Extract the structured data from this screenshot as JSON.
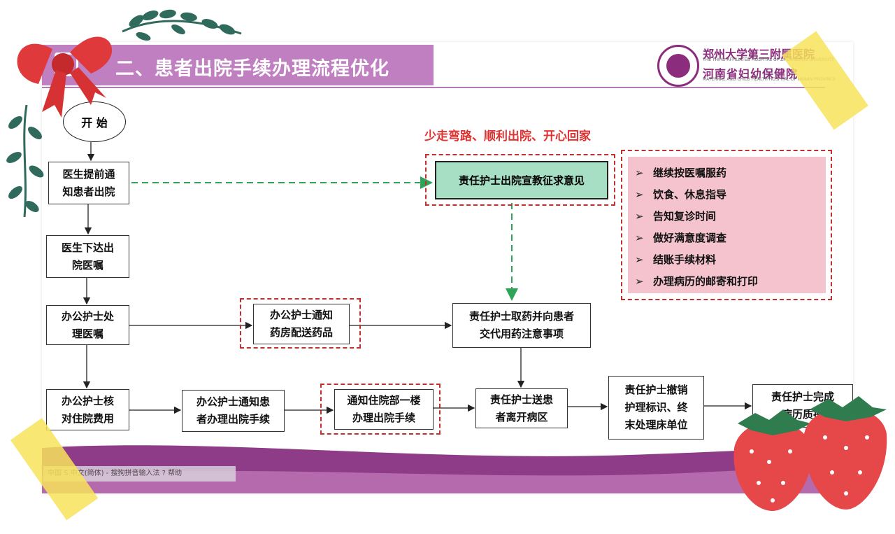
{
  "title": "二、患者出院手续办理流程优化",
  "hospital": {
    "name_cn_1": "郑州大学第三附属医院",
    "name_en_1": "THE THIRD AFFILIATED HOSPITAL OF ZHENGZHOU UNIVERSITY",
    "name_cn_2": "河南省妇幼保健院",
    "name_en_2": "MATERNAL AND CHILD HEALTH HOSPITAL OF HENAN PROVINCE"
  },
  "slogan": "少走弯路、顺利出院、开心回家",
  "flow": {
    "start": "开 始",
    "n1": [
      "医生提前通",
      "知患者出院"
    ],
    "n2": [
      "医生下达出",
      "院医嘱"
    ],
    "n3": [
      "办公护士处",
      "理医嘱"
    ],
    "n4": [
      "办公护士核",
      "对住院费用"
    ],
    "n5": [
      "办公护士通知",
      "药房配送药品"
    ],
    "n6": [
      "责任护士取药并向患者",
      "交代用药注意事项"
    ],
    "n7": [
      "办公护士通知患",
      "者办理出院手续"
    ],
    "n8": [
      "通知住院部一楼",
      "办理出院手续"
    ],
    "n9": [
      "责任护士送患",
      "者离开病区"
    ],
    "n10": [
      "责任护士撤销",
      "护理标识、终",
      "末处理床单位"
    ],
    "n11": [
      "责任护士完成",
      "病历质控"
    ],
    "green": "责任护士出院宣教征求意见"
  },
  "checklist": {
    "bullet": "➢",
    "items": [
      "继续按医嘱服药",
      "饮食、休息指导",
      "告知复诊时间",
      "做好满意度调查",
      "结账手续材料",
      "办理病历的邮寄和打印"
    ]
  },
  "taskbar": "中国  S 中文(简体) - 搜狗拼音输入法  ? 帮助",
  "colors": {
    "title_bar": "#c07fc0",
    "accent_red": "#c0302f",
    "slogan": "#e03131",
    "green_box": "#a6dfc3",
    "pink_panel": "#f4c3cd",
    "green_arrow": "#2fa35a",
    "wave_purple": "#8e3c88"
  }
}
